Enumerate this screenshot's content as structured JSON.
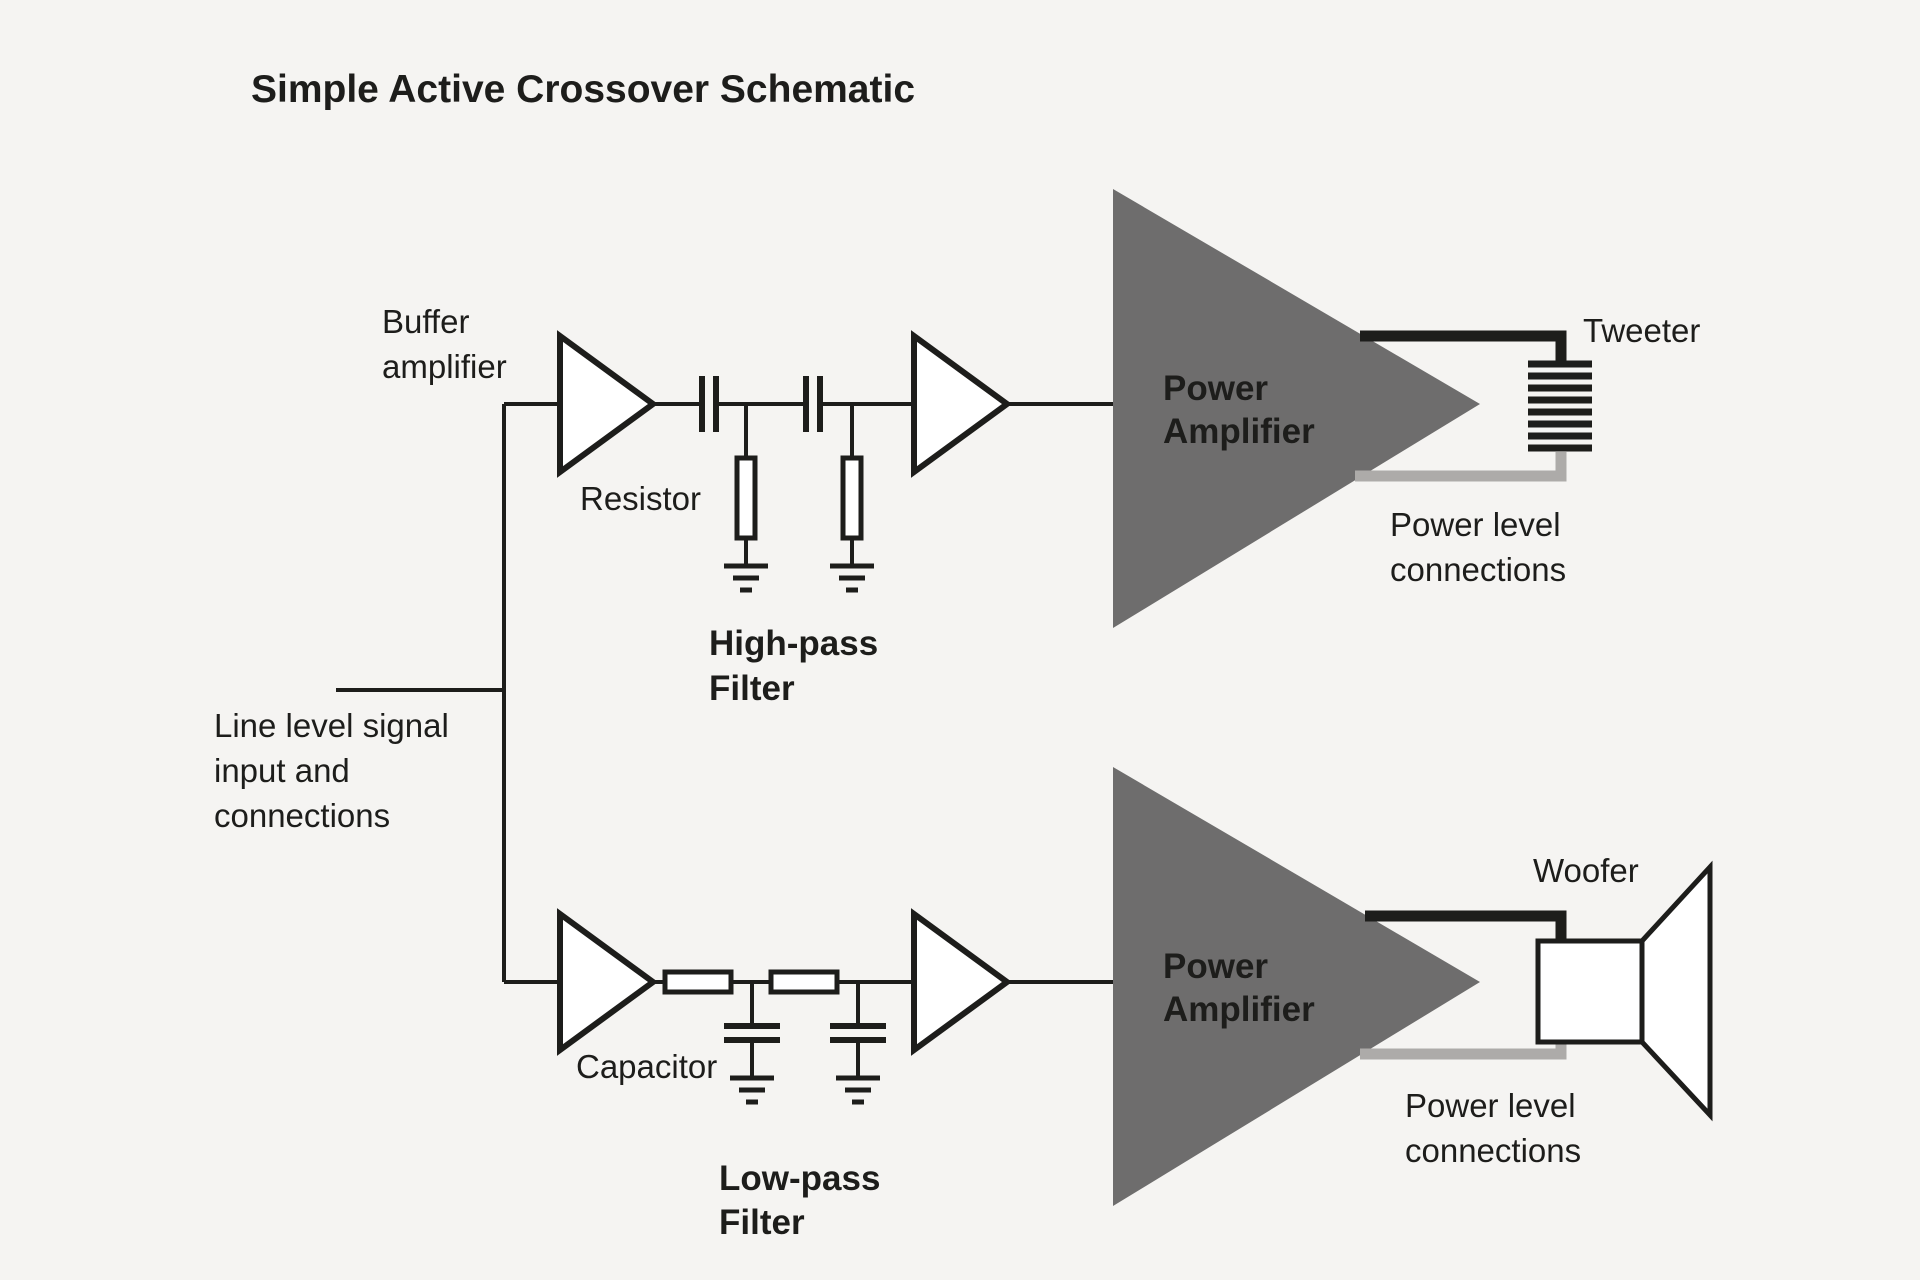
{
  "title": "Simple Active Crossover Schematic",
  "colors": {
    "background": "#f5f4f2",
    "line": "#1d1d1b",
    "amp_fill": "#6e6d6d",
    "gray_wire": "#adaba9",
    "black_wire": "#1d1d1b"
  },
  "labels": {
    "buffer_amplifier": [
      "Buffer",
      "amplifier"
    ],
    "resistor": "Resistor",
    "capacitor": "Capacitor",
    "high_pass": [
      "High-pass",
      "Filter"
    ],
    "low_pass": [
      "Low-pass",
      "Filter"
    ],
    "line_input": [
      "Line level signal",
      "input and",
      "connections"
    ],
    "power_amplifier": [
      "Power",
      "Amplifier"
    ],
    "power_level": [
      "Power level",
      "connections"
    ],
    "tweeter": "Tweeter",
    "woofer": "Woofer"
  }
}
